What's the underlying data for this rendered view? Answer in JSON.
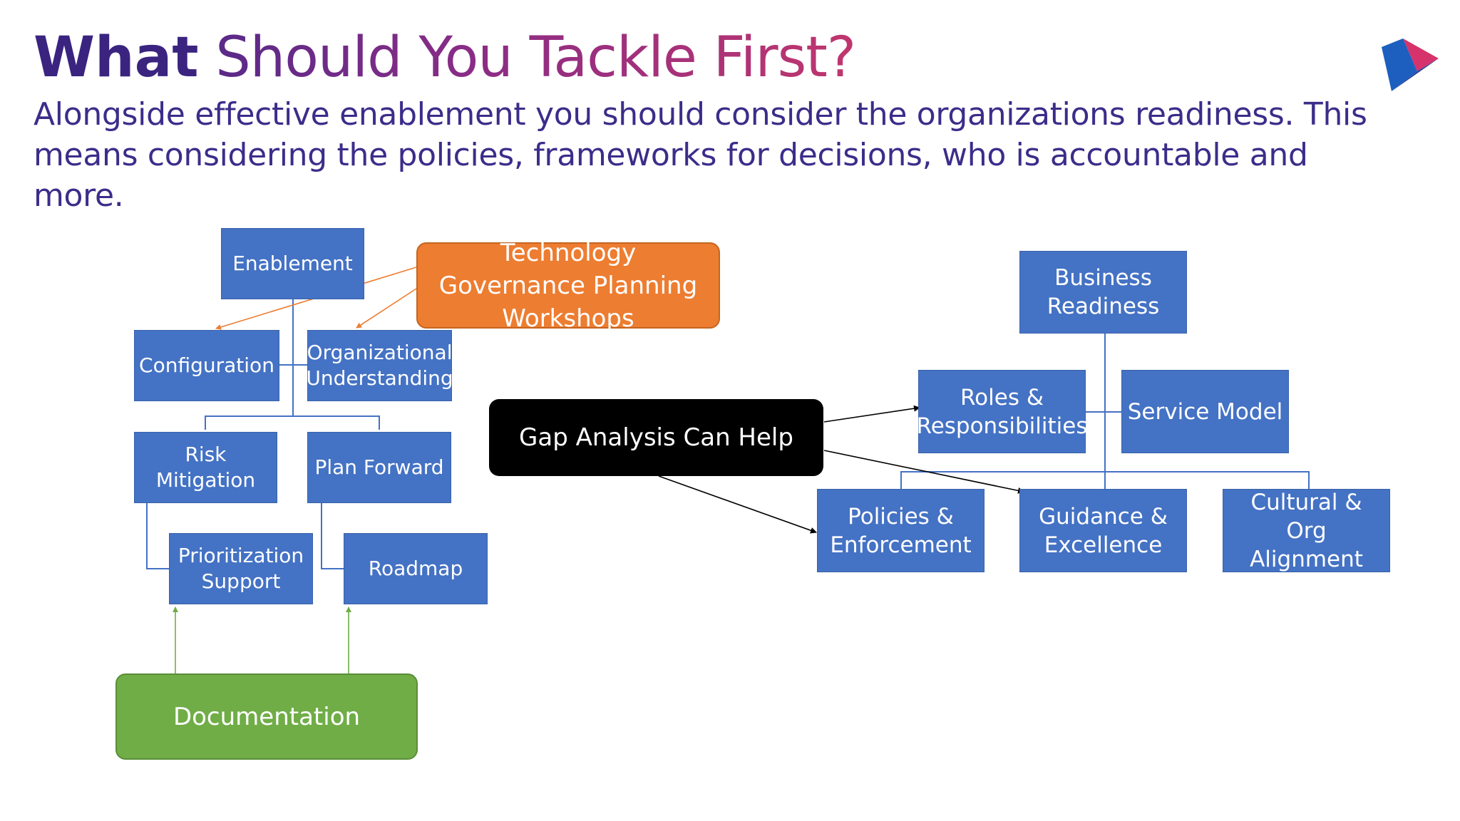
{
  "header": {
    "title_bold": "What",
    "title_rest": "Should You Tackle First?",
    "subtitle": "Alongside effective enablement you should consider the organizations readiness. This means considering the policies, frameworks for decisions, who is accountable and more."
  },
  "left_tree": {
    "enablement": "Enablement",
    "configuration": "Configuration",
    "organizational_understanding": "Organizational Understanding",
    "risk_mitigation": "Risk Mitigation",
    "plan_forward": "Plan Forward",
    "prioritization_support": "Prioritization Support",
    "roadmap": "Roadmap"
  },
  "callouts": {
    "technology_governance": "Technology Governance Planning Workshops",
    "gap_analysis": "Gap Analysis Can Help",
    "documentation": "Documentation"
  },
  "right_tree": {
    "business_readiness": "Business Readiness",
    "roles_responsibilities": "Roles & Responsibilities",
    "service_model": "Service Model",
    "policies_enforcement": "Policies & Enforcement",
    "guidance_excellence": "Guidance & Excellence",
    "cultural_alignment": "Cultural & Org Alignment"
  },
  "colors": {
    "node_blue": "#4472c4",
    "connector_blue": "#4472c4",
    "orange": "#ed7d31",
    "green": "#70ad47",
    "black": "#000000",
    "title_dark": "#3a2480",
    "subtitle": "#3b2d8a"
  },
  "icons": {
    "logo": "play-triangle-logo"
  }
}
